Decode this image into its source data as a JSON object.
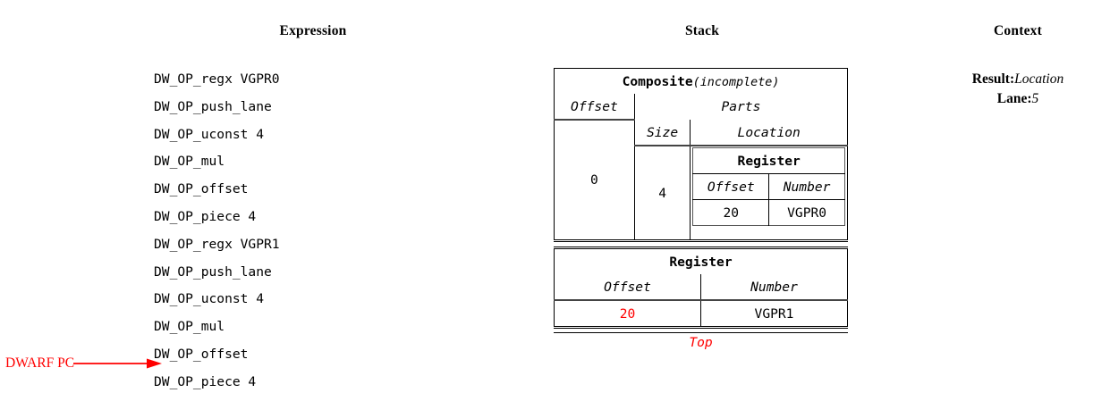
{
  "headers": {
    "expression": "Expression",
    "stack": "Stack",
    "context": "Context"
  },
  "expression": {
    "lines": [
      "DW_OP_regx VGPR0",
      "DW_OP_push_lane",
      "DW_OP_uconst 4",
      "DW_OP_mul",
      "DW_OP_offset",
      "DW_OP_piece 4",
      "DW_OP_regx VGPR1",
      "DW_OP_push_lane",
      "DW_OP_uconst 4",
      "DW_OP_mul",
      "DW_OP_offset",
      "DW_OP_piece 4"
    ],
    "pc_marker": {
      "label": "DWARF PC",
      "color": "#ff0000",
      "points_to_line_index": 11
    }
  },
  "stack": {
    "top_label": "Top",
    "top_label_color": "#ff0000",
    "entries": [
      {
        "kind": "composite",
        "title": "Composite",
        "title_suffix": "(incomplete)",
        "columns": {
          "offset": "Offset",
          "parts": "Parts"
        },
        "offset_value": "0",
        "parts_columns": {
          "size": "Size",
          "location": "Location"
        },
        "parts": [
          {
            "size": "4",
            "location": {
              "kind": "register",
              "title": "Register",
              "columns": {
                "offset": "Offset",
                "number": "Number"
              },
              "offset_value": "20",
              "number_value": "VGPR0"
            }
          }
        ]
      },
      {
        "kind": "register",
        "title": "Register",
        "columns": {
          "offset": "Offset",
          "number": "Number"
        },
        "offset_value": "20",
        "offset_value_color": "#ff0000",
        "number_value": "VGPR1"
      }
    ]
  },
  "context": {
    "rows": [
      {
        "key": "Result:",
        "value": "Location"
      },
      {
        "key": "Lane:",
        "value": "5"
      }
    ]
  }
}
